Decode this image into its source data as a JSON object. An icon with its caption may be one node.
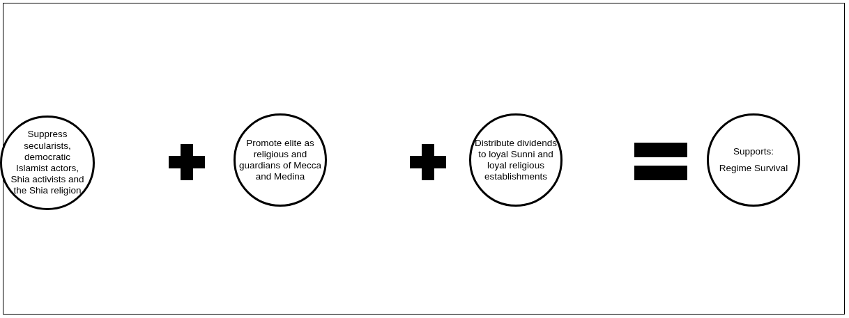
{
  "diagram": {
    "nodes": [
      {
        "text": [
          "Suppress secularists, democratic Islamist actors, Shia activists and the Shia religion"
        ]
      },
      {
        "text": [
          "Promote elite as religious and guardians of Mecca and Medina"
        ]
      },
      {
        "text": [
          "Distribute dividends to loyal Sunni and loyal religious establishments"
        ]
      },
      {
        "text": [
          "Supports:",
          "Regime Survival"
        ]
      }
    ]
  }
}
